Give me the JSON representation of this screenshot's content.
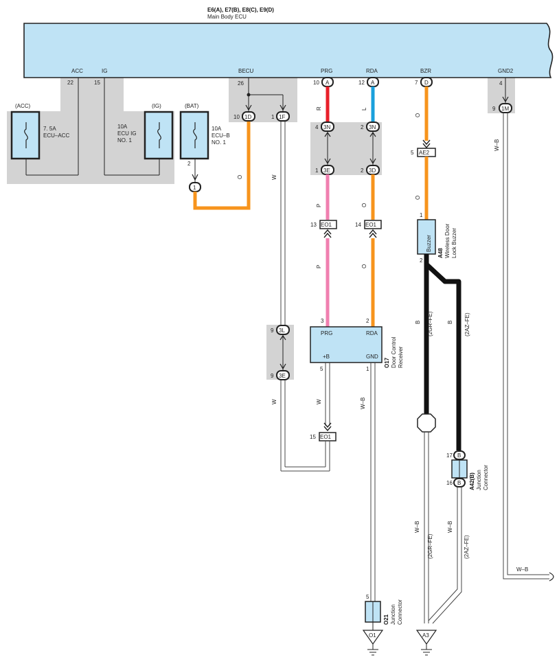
{
  "ecu": {
    "code": "E6(A), E7(B), E8(C), E9(D)",
    "name": "Main Body ECU",
    "terminals": {
      "acc": "ACC",
      "ig": "IG",
      "becu": "BECU",
      "prg": "PRG",
      "rda": "RDA",
      "bzr": "BZR",
      "gnd2": "GND2"
    },
    "pins": {
      "acc": "22",
      "ig": "15",
      "becu": "26",
      "prg": "10",
      "rda": "12",
      "bzr": "7",
      "gnd2": "4"
    },
    "connectors": {
      "prg": "A",
      "rda": "A",
      "bzr": "D"
    }
  },
  "fuses": {
    "acc": {
      "group": "(ACC)",
      "rating": "7. 5A",
      "name": "ECU–ACC"
    },
    "ig": {
      "group": "(IG)",
      "rating": "10A",
      "name1": "ECU IG",
      "name2": "NO. 1"
    },
    "bat": {
      "group": "(BAT)",
      "rating": "10A",
      "name1": "ECU–B",
      "name2": "NO. 1",
      "pin": "2",
      "joint": "1"
    }
  },
  "junctions": {
    "j1d": {
      "pin": "10",
      "id": "1D"
    },
    "j1f": {
      "pin": "1",
      "id": "1F"
    },
    "j3n4": {
      "pin": "4",
      "id": "3N"
    },
    "j3n2": {
      "pin": "2",
      "id": "3N"
    },
    "j3e1": {
      "pin": "1",
      "id": "3E"
    },
    "j3d2": {
      "pin": "2",
      "id": "3D"
    },
    "ae2": {
      "pin": "5",
      "id": "AE2"
    },
    "eo1_13": {
      "pin": "13",
      "id": "EO1"
    },
    "eo1_14": {
      "pin": "14",
      "id": "EO1"
    },
    "eo1_15": {
      "pin": "15",
      "id": "EO1"
    },
    "j3l": {
      "pin": "9",
      "id": "3L"
    },
    "j3e9": {
      "pin": "9",
      "id": "3E"
    },
    "j1m": {
      "pin": "9",
      "id": "1M"
    }
  },
  "wires": {
    "prg_top": "R",
    "rda_top": "L",
    "bzr_top": "O",
    "becu_o": "O",
    "becu_w": "W",
    "prg_mid": "P",
    "prg_low": "P",
    "rda_mid": "O",
    "rda_low": "O",
    "bzr_mid": "O",
    "gnd2": "W–B",
    "w_left": "W",
    "w_plus": "W",
    "gnd_o17": "W–B",
    "buzzer_b1": "B",
    "buzzer_b1_note": "(2GR–FE)",
    "buzzer_b2": "B",
    "buzzer_b2_note": "(2AZ–FE)",
    "a3_wb1": "W–B",
    "a3_wb1_note": "(2GR–FE)",
    "a3_wb2": "W–B",
    "a3_wb2_note": "(2AZ–FE)",
    "right_wb": "W–B"
  },
  "buzzer": {
    "label": "Buzzer",
    "code": "A48",
    "name1": "Wireless Door",
    "name2": "Lock Buzzer",
    "pin1": "1",
    "pin2": "2"
  },
  "receiver": {
    "code": "O17",
    "name1": "Door Control",
    "name2": "Receiver",
    "t_prg": "PRG",
    "t_rda": "RDA",
    "t_plusb": "+B",
    "t_gnd": "GND",
    "p_prg": "3",
    "p_rda": "2",
    "p_plusb": "5",
    "p_gnd": "1"
  },
  "junction_a42": {
    "code": "A42(B)",
    "name1": "Junction",
    "name2": "Connector",
    "pin_top": "17",
    "pin_bot": "16",
    "id": "B"
  },
  "junction_o21": {
    "code": "O21",
    "name1": "Junction",
    "name2": "Connector",
    "pin": "5"
  },
  "grounds": {
    "o1": "O1",
    "a3": "A3"
  },
  "colors": {
    "red": "#e8202a",
    "blue": "#1aa0dc",
    "orange": "#f7941d",
    "pink": "#f080b0",
    "ecu": "#bfe3f5",
    "shade": "#d3d3d3"
  }
}
